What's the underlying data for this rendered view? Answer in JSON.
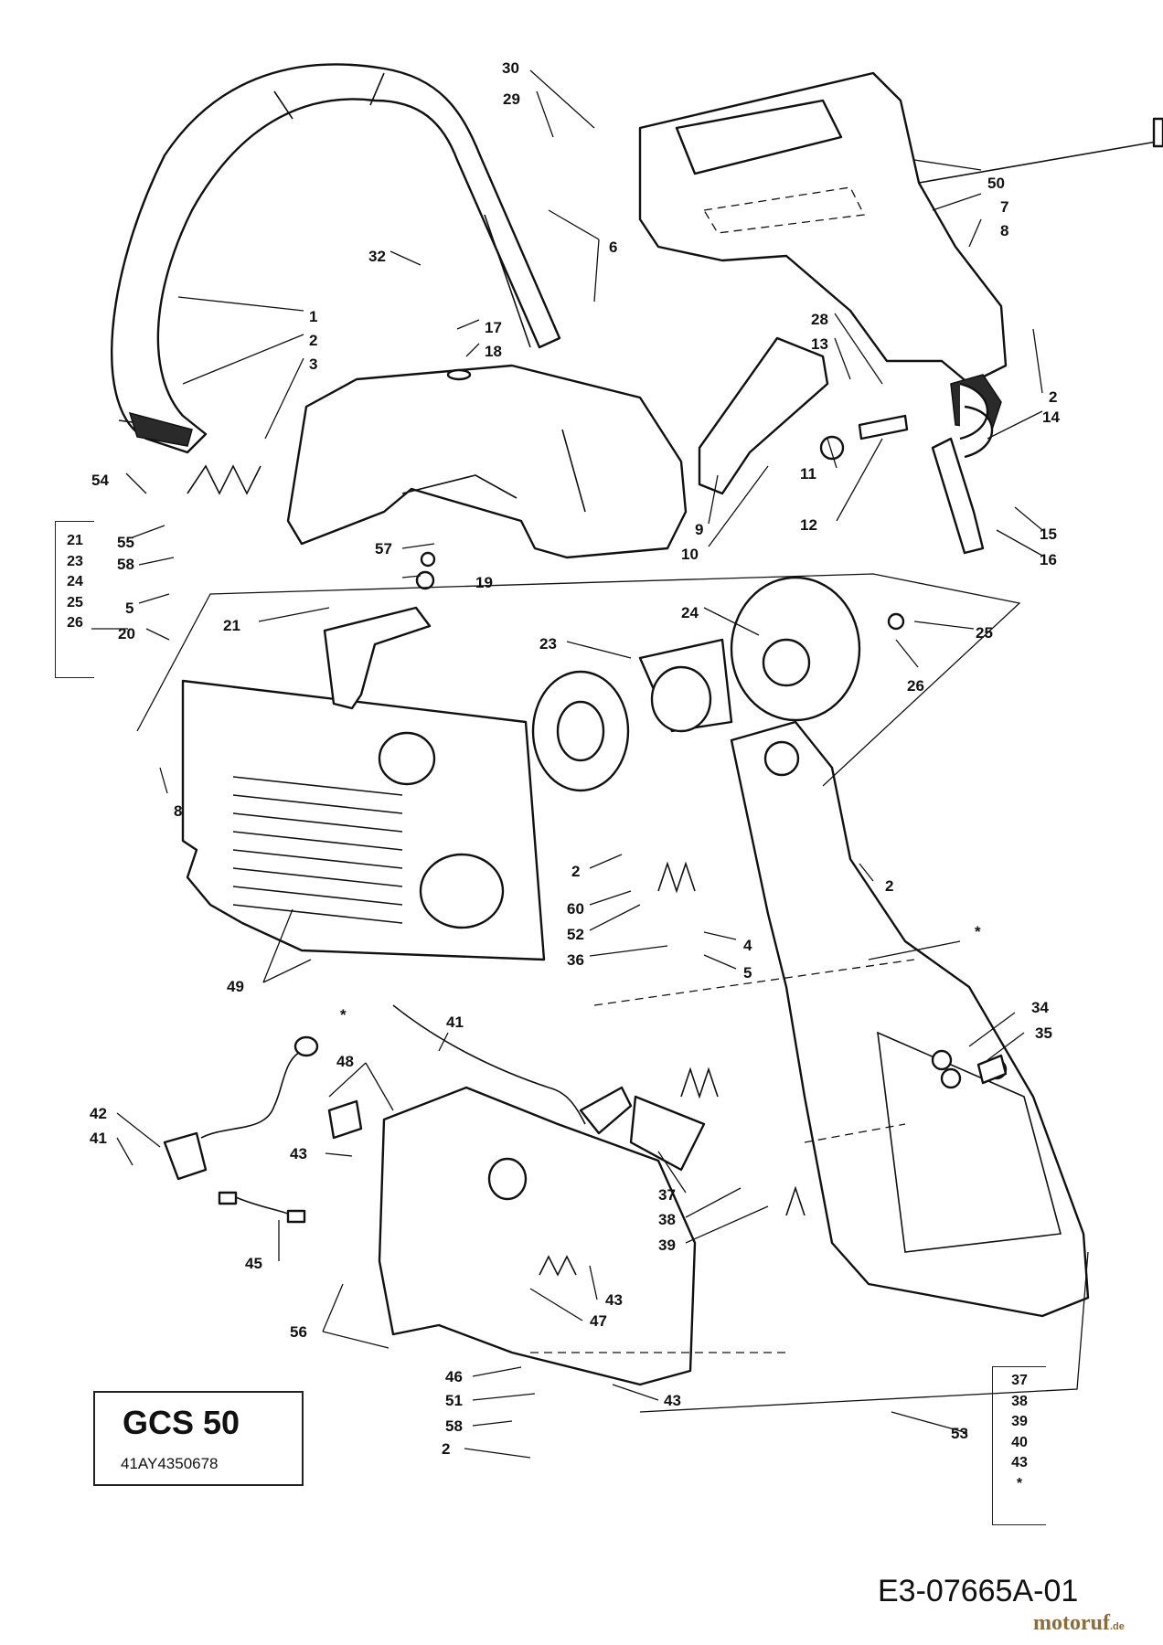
{
  "model": {
    "name": "GCS 50",
    "number": "41AY4350678"
  },
  "diagram_code": "E3-07665A-01",
  "watermark": {
    "brand": "motoruf",
    "suffix": ".de"
  },
  "kit_lists": [
    {
      "items": [
        "21",
        "23",
        "24",
        "25",
        "26"
      ]
    },
    {
      "items": [
        "37",
        "38",
        "39",
        "40",
        "43",
        "*"
      ]
    }
  ],
  "callouts": [
    "30",
    "29",
    "50",
    "7",
    "8",
    "6",
    "32",
    "1",
    "2",
    "17",
    "18",
    "3",
    "28",
    "13",
    "2",
    "14",
    "54",
    "55",
    "11",
    "12",
    "9",
    "10",
    "15",
    "16",
    "58",
    "57",
    "19",
    "5",
    "20",
    "21",
    "24",
    "25",
    "23",
    "26",
    "8",
    "2",
    "2",
    "60",
    "52",
    "4",
    "36",
    "5",
    "*",
    "49",
    "41",
    "34",
    "35",
    "48",
    "42",
    "41",
    "43",
    "37",
    "38",
    "39",
    "45",
    "43",
    "47",
    "56",
    "46",
    "43",
    "51",
    "58",
    "2",
    "53",
    "*"
  ]
}
